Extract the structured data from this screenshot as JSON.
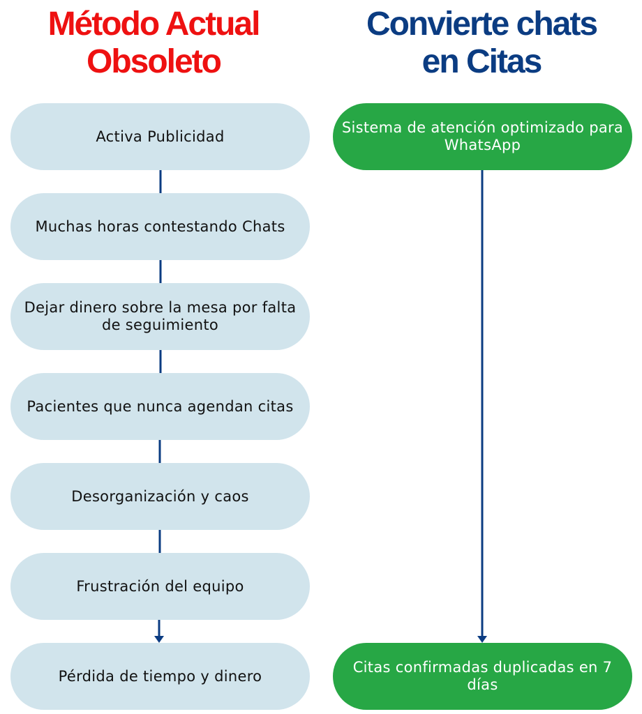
{
  "colors": {
    "obsolete_heading": "#ee1111",
    "new_heading": "#0b3c82",
    "old_node_fill": "#d1e4ec",
    "new_node_fill": "#27a745",
    "connector": "#0b3c82"
  },
  "left_column": {
    "heading": "Método Actual\nObsoleto",
    "steps": [
      "Activa Publicidad",
      "Muchas horas contestando Chats",
      "Dejar dinero sobre la mesa por falta de seguimiento",
      "Pacientes que nunca agendan citas",
      "Desorganización y caos",
      "Frustración del equipo",
      "Pérdida de tiempo y dinero"
    ]
  },
  "right_column": {
    "heading": "Convierte chats\nen Citas",
    "steps": [
      "Sistema de atención optimizado para WhatsApp",
      "Citas confirmadas duplicadas en 7 días"
    ]
  }
}
